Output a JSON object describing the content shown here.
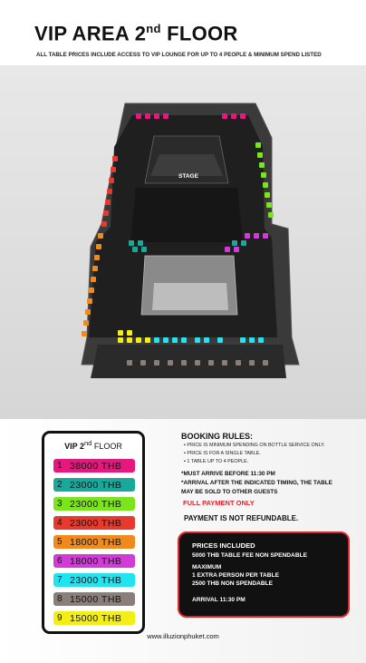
{
  "header": {
    "title_main": "VIP AREA 2",
    "title_sup": "nd",
    "title_end": " FLOOR",
    "subtitle": "ALL TABLE PRICES INCLUDE ACCESS TO VIP LOUNGE FOR UP TO 4 PEOPLE & MINIMUM SPEND LISTED"
  },
  "floorplan": {
    "stage_label": "STAGE"
  },
  "legend": {
    "title_main": "VIP 2",
    "title_sup": "nd",
    "title_end": " FLOOR",
    "rows": [
      {
        "num": "1",
        "price": "38000  THB",
        "color": "#e6177d"
      },
      {
        "num": "2",
        "price": "23000  THB",
        "color": "#1aa89a"
      },
      {
        "num": "3",
        "price": "23000  THB",
        "color": "#7ae51b"
      },
      {
        "num": "4",
        "price": "23000  THB",
        "color": "#e53a2d"
      },
      {
        "num": "5",
        "price": "18000  THB",
        "color": "#f08a1d"
      },
      {
        "num": "6",
        "price": "18000  THB",
        "color": "#d13bd6"
      },
      {
        "num": "7",
        "price": "23000  THB",
        "color": "#22e3f0"
      },
      {
        "num": "8",
        "price": "15000  THB",
        "color": "#8a7f78"
      },
      {
        "num": "9",
        "price": "15000  THB",
        "color": "#f2ee16"
      }
    ]
  },
  "booking_rules": {
    "title": "BOOKING RULES:",
    "rules": [
      "▪ PRICE IS MINIMUM SPENDING ON BOTTLE SERVICE ONLY.",
      "▪ PRICE IS FOR A SINGLE TABLE.",
      "▪ 1 TABLE UP TO 4 PEOPLE."
    ],
    "notes": [
      "*MUST ARRIVE BEFORE 11:30 PM",
      "*ARRIVAL AFTER THE INDICATED TIMING, THE TABLE",
      "MAY BE SOLD TO OTHER GUESTS"
    ],
    "full_payment": "FULL PAYMENT ONLY",
    "refund": "PAYMENT IS NOT REFUNDABLE."
  },
  "prices_included": {
    "heading": "PRICES INCLUDED",
    "fee": "5000 THB TABLE FEE NON SPENDABLE",
    "max_label": "MAXIMUM",
    "extra": "1 EXTRA PERSON PER TABLE",
    "extra_fee": "2500 THB NON SPENDABLE",
    "arrival": "ARRIVAL 11:30 PM"
  },
  "website": "www.illuzionphuket.com",
  "colors": {
    "accent_red": "#e0242b",
    "panel_dark": "#111111"
  }
}
